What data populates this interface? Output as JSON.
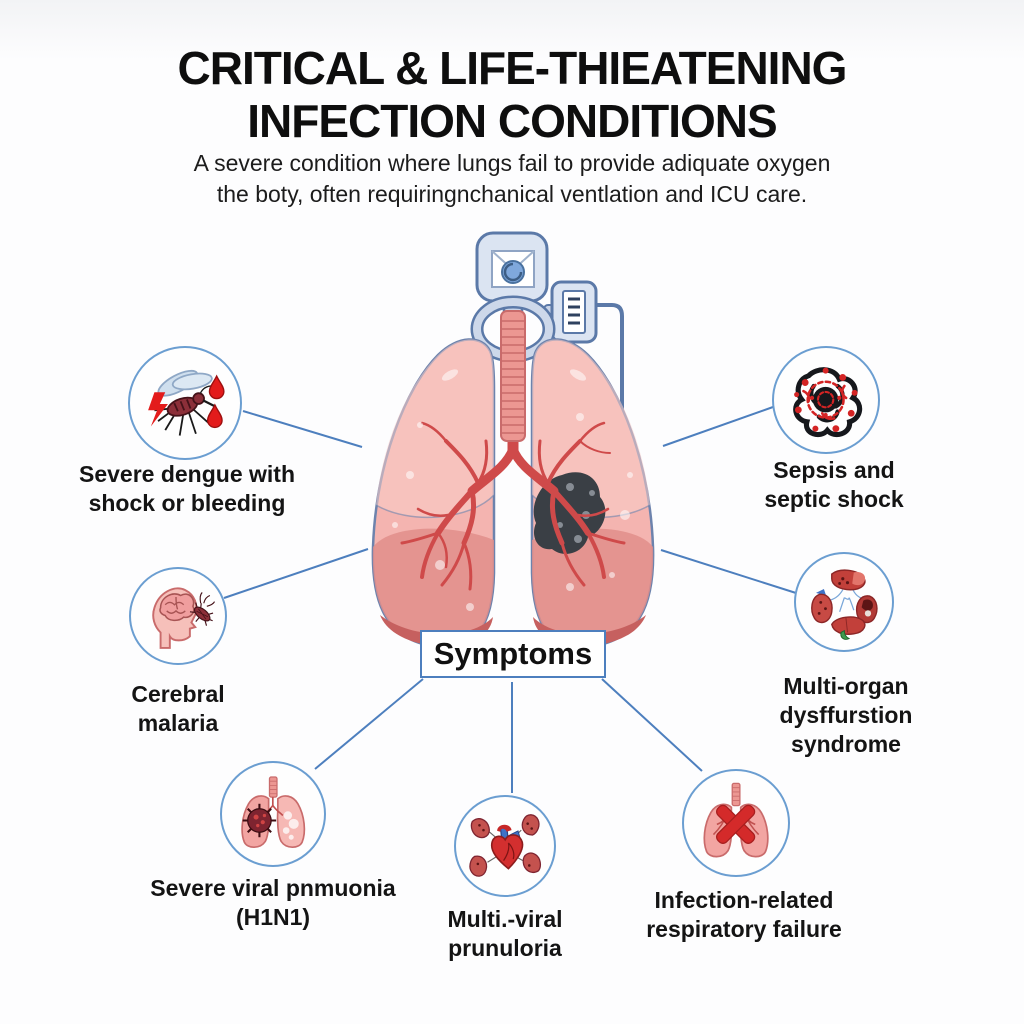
{
  "title": {
    "line1": "CRITICAL & LIFE-THIEATENING",
    "line2": "INFECTION CONDITIONS"
  },
  "subtitle": {
    "line1": "A severe condition where lungs fail to provide adiquate oxygen",
    "line2": "the boty, often requiringnchanical ventlation and ICU care."
  },
  "center": {
    "symptoms_label": "Symptoms",
    "illustration": "ventilated-lungs-illustration"
  },
  "nodes": {
    "dengue": {
      "label": "Severe dengue with\nshock or bleeding",
      "icon": "mosquito-icon"
    },
    "cerebral": {
      "label": "Cerebral\nmalaria",
      "icon": "brain-parasite-icon"
    },
    "sepsis": {
      "label": "Sepsis and\nseptic shock",
      "icon": "bacteria-cluster-icon"
    },
    "organ": {
      "label": "Multi-organ\ndysffurstion\nsyndrome",
      "icon": "organs-icon"
    },
    "pneumonia": {
      "label": "Severe viral pnmuonia\n(H1N1)",
      "icon": "lungs-virus-icon"
    },
    "multiviral": {
      "label": "Multi.-viral\nprunuloria",
      "icon": "heart-kidneys-icon"
    },
    "respfail": {
      "label": "Infection-related\nrespiratory failure",
      "icon": "lungs-x-icon"
    }
  },
  "colors": {
    "connector_blue": "#4d7fbe",
    "circle_border": "#6b9ed1",
    "lung_pink": "#f4b4b0",
    "lung_outline": "#6d83ad",
    "bronchi_red": "#cf4a4a",
    "infected_patch": "#3a3f45",
    "device_fill": "#dbe4f2",
    "device_outline": "#5b79a8",
    "alert_red": "#d42a2a",
    "text_color": "#141414",
    "background": "#fdfdfe"
  }
}
